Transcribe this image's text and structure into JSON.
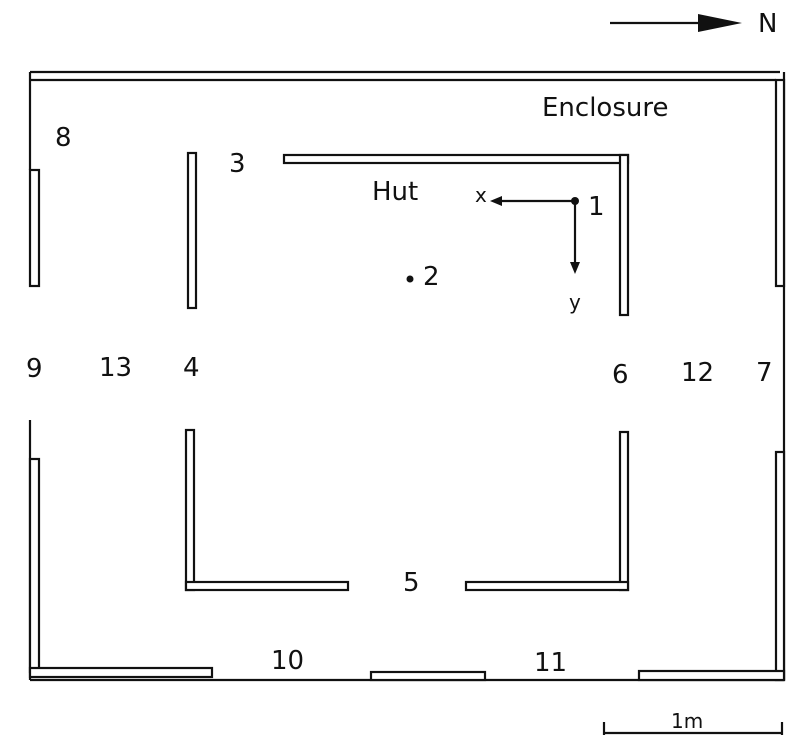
{
  "north_label": "N",
  "labels": {
    "enclosure": "Enclosure",
    "hut": "Hut",
    "scale": "1m",
    "axis_x": "x",
    "axis_y": "y"
  },
  "positions": {
    "p1": "1",
    "p2": "2",
    "p3": "3",
    "p4": "4",
    "p5": "5",
    "p6": "6",
    "p7": "7",
    "p8": "8",
    "p9": "9",
    "p10": "10",
    "p11": "11",
    "p12": "12",
    "p13": "13"
  },
  "colors": {
    "ink": "#111111",
    "background": "#ffffff"
  }
}
